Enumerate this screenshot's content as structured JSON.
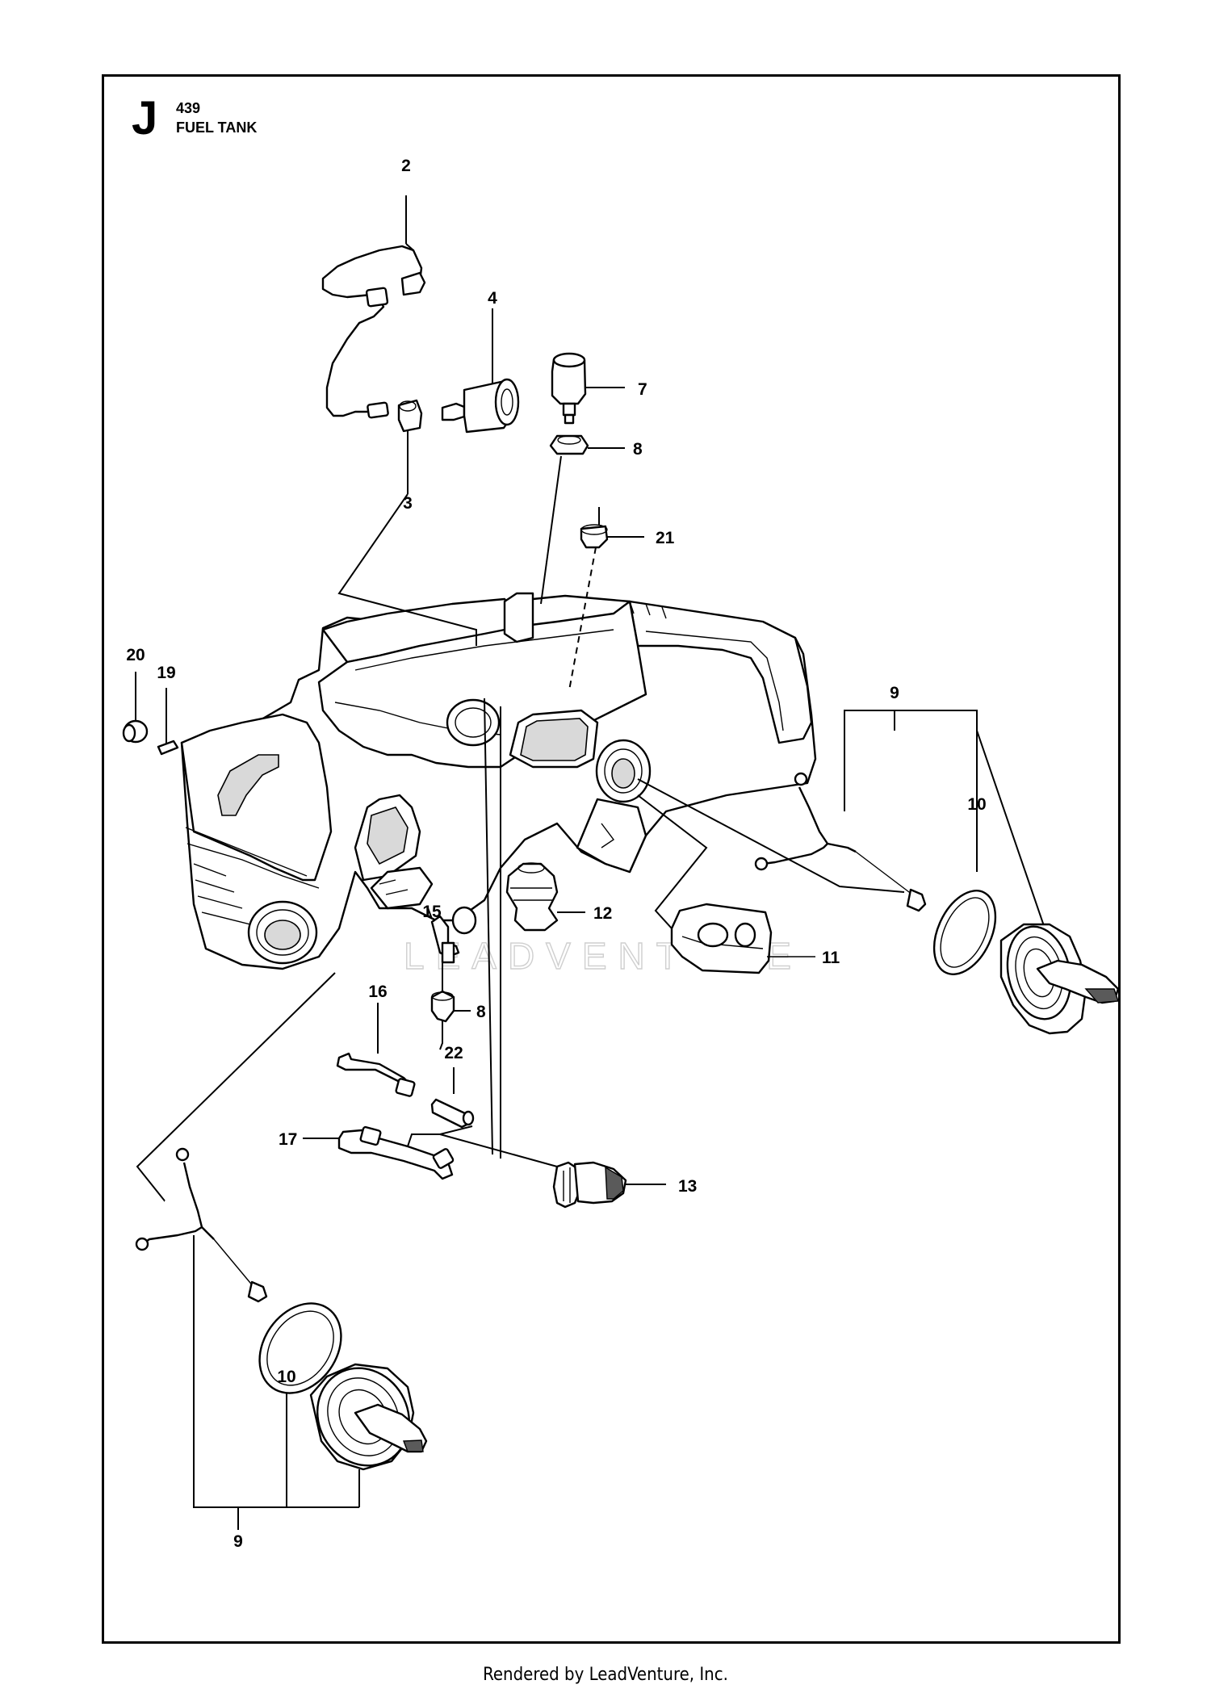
{
  "header": {
    "section_letter": "J",
    "model": "439",
    "title": "FUEL TANK"
  },
  "watermark": "LEADVENTURE",
  "footer": "Rendered by LeadVenture, Inc.",
  "callouts": {
    "c2": "2",
    "c3": "3",
    "c4": "4",
    "c7": "7",
    "c8a": "8",
    "c21": "21",
    "c20": "20",
    "c19": "19",
    "c9a": "9",
    "c10a": "10",
    "c15": "15",
    "c12": "12",
    "c11": "11",
    "c16": "16",
    "c8b": "8",
    "c22": "22",
    "c17": "17",
    "c13": "13",
    "c10b": "10",
    "c9b": "9"
  }
}
